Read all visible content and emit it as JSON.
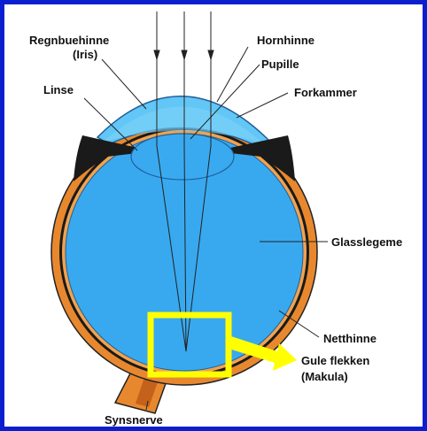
{
  "labels": {
    "iris_line1": "Regnbuehinne",
    "iris_line2": "(Iris)",
    "lens": "Linse",
    "cornea": "Hornhinne",
    "pupil": "Pupille",
    "anterior_chamber": "Forkammer",
    "vitreous_body": "Glasslegeme",
    "retina": "Netthinne",
    "macula_line1": "Gule flekken",
    "macula_line2": "(Makula)",
    "optic_nerve": "Synsnerve"
  },
  "colors": {
    "frame": "#0a1fcf",
    "vitreous": "#38a9ef",
    "cornea": "#62c6f6",
    "lens": "#3aaaf0",
    "sclera_outer": "#e8882e",
    "choroid": "#1a1a1a",
    "highlight_box": "#ffff00",
    "label_text": "#111111"
  }
}
